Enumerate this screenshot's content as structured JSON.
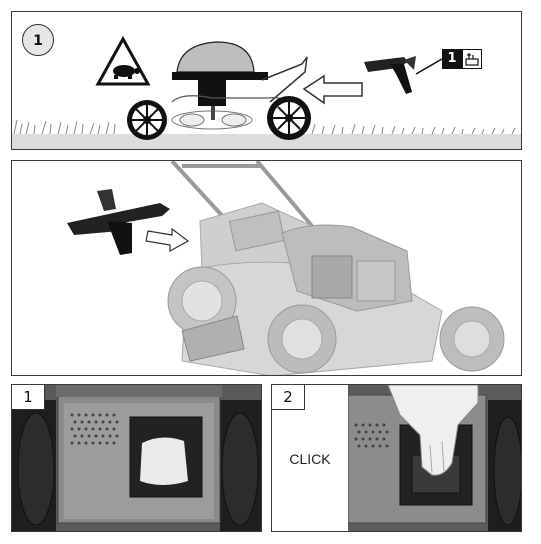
{
  "panels": [
    {
      "step": "1",
      "ref_label": "1"
    },
    {},
    {
      "step": "1"
    },
    {
      "step": "2",
      "caption": "CLICK"
    }
  ]
}
